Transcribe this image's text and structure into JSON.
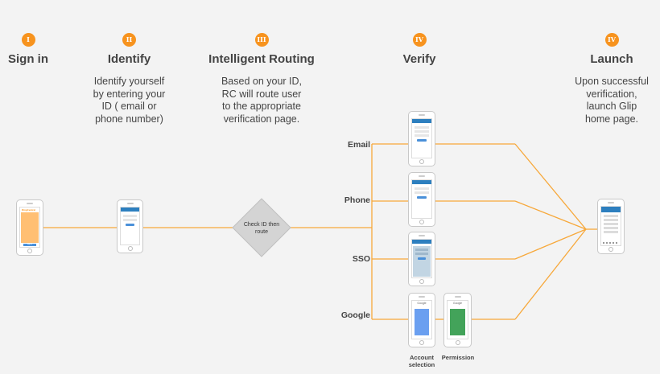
{
  "steps": [
    {
      "badge": "I",
      "title": "Sign in",
      "desc": ""
    },
    {
      "badge": "II",
      "title": "Identify",
      "desc": "Identify yourself\nby entering your\nID ( email or\nphone number)"
    },
    {
      "badge": "III",
      "title": "Intelligent Routing",
      "desc": "Based on your ID,\nRC will route user\nto the appropriate\nverification page."
    },
    {
      "badge": "IV",
      "title": "Verify",
      "desc": ""
    },
    {
      "badge": "IV",
      "title": "Launch",
      "desc": "Upon successful\nverification,\nlaunch Glip\nhome page."
    }
  ],
  "router": {
    "label": "Check ID then\nroute"
  },
  "channels": [
    "Email",
    "Phone",
    "SSO",
    "Google"
  ],
  "google_sub": {
    "account": "Account\nselection",
    "permission": "Permission"
  },
  "phones": {
    "signin_logo": "RingCentral",
    "signin_button": "Sign In",
    "google_logo": "Google"
  },
  "colors": {
    "accent": "#f7931e",
    "line": "#f7a83a",
    "signin_screen": "#ffbf73",
    "google_account": "#6a9ff0",
    "google_permission": "#43a35a",
    "sso_screen": "#c2d5e3",
    "app_blue": "#2d7fbf"
  }
}
